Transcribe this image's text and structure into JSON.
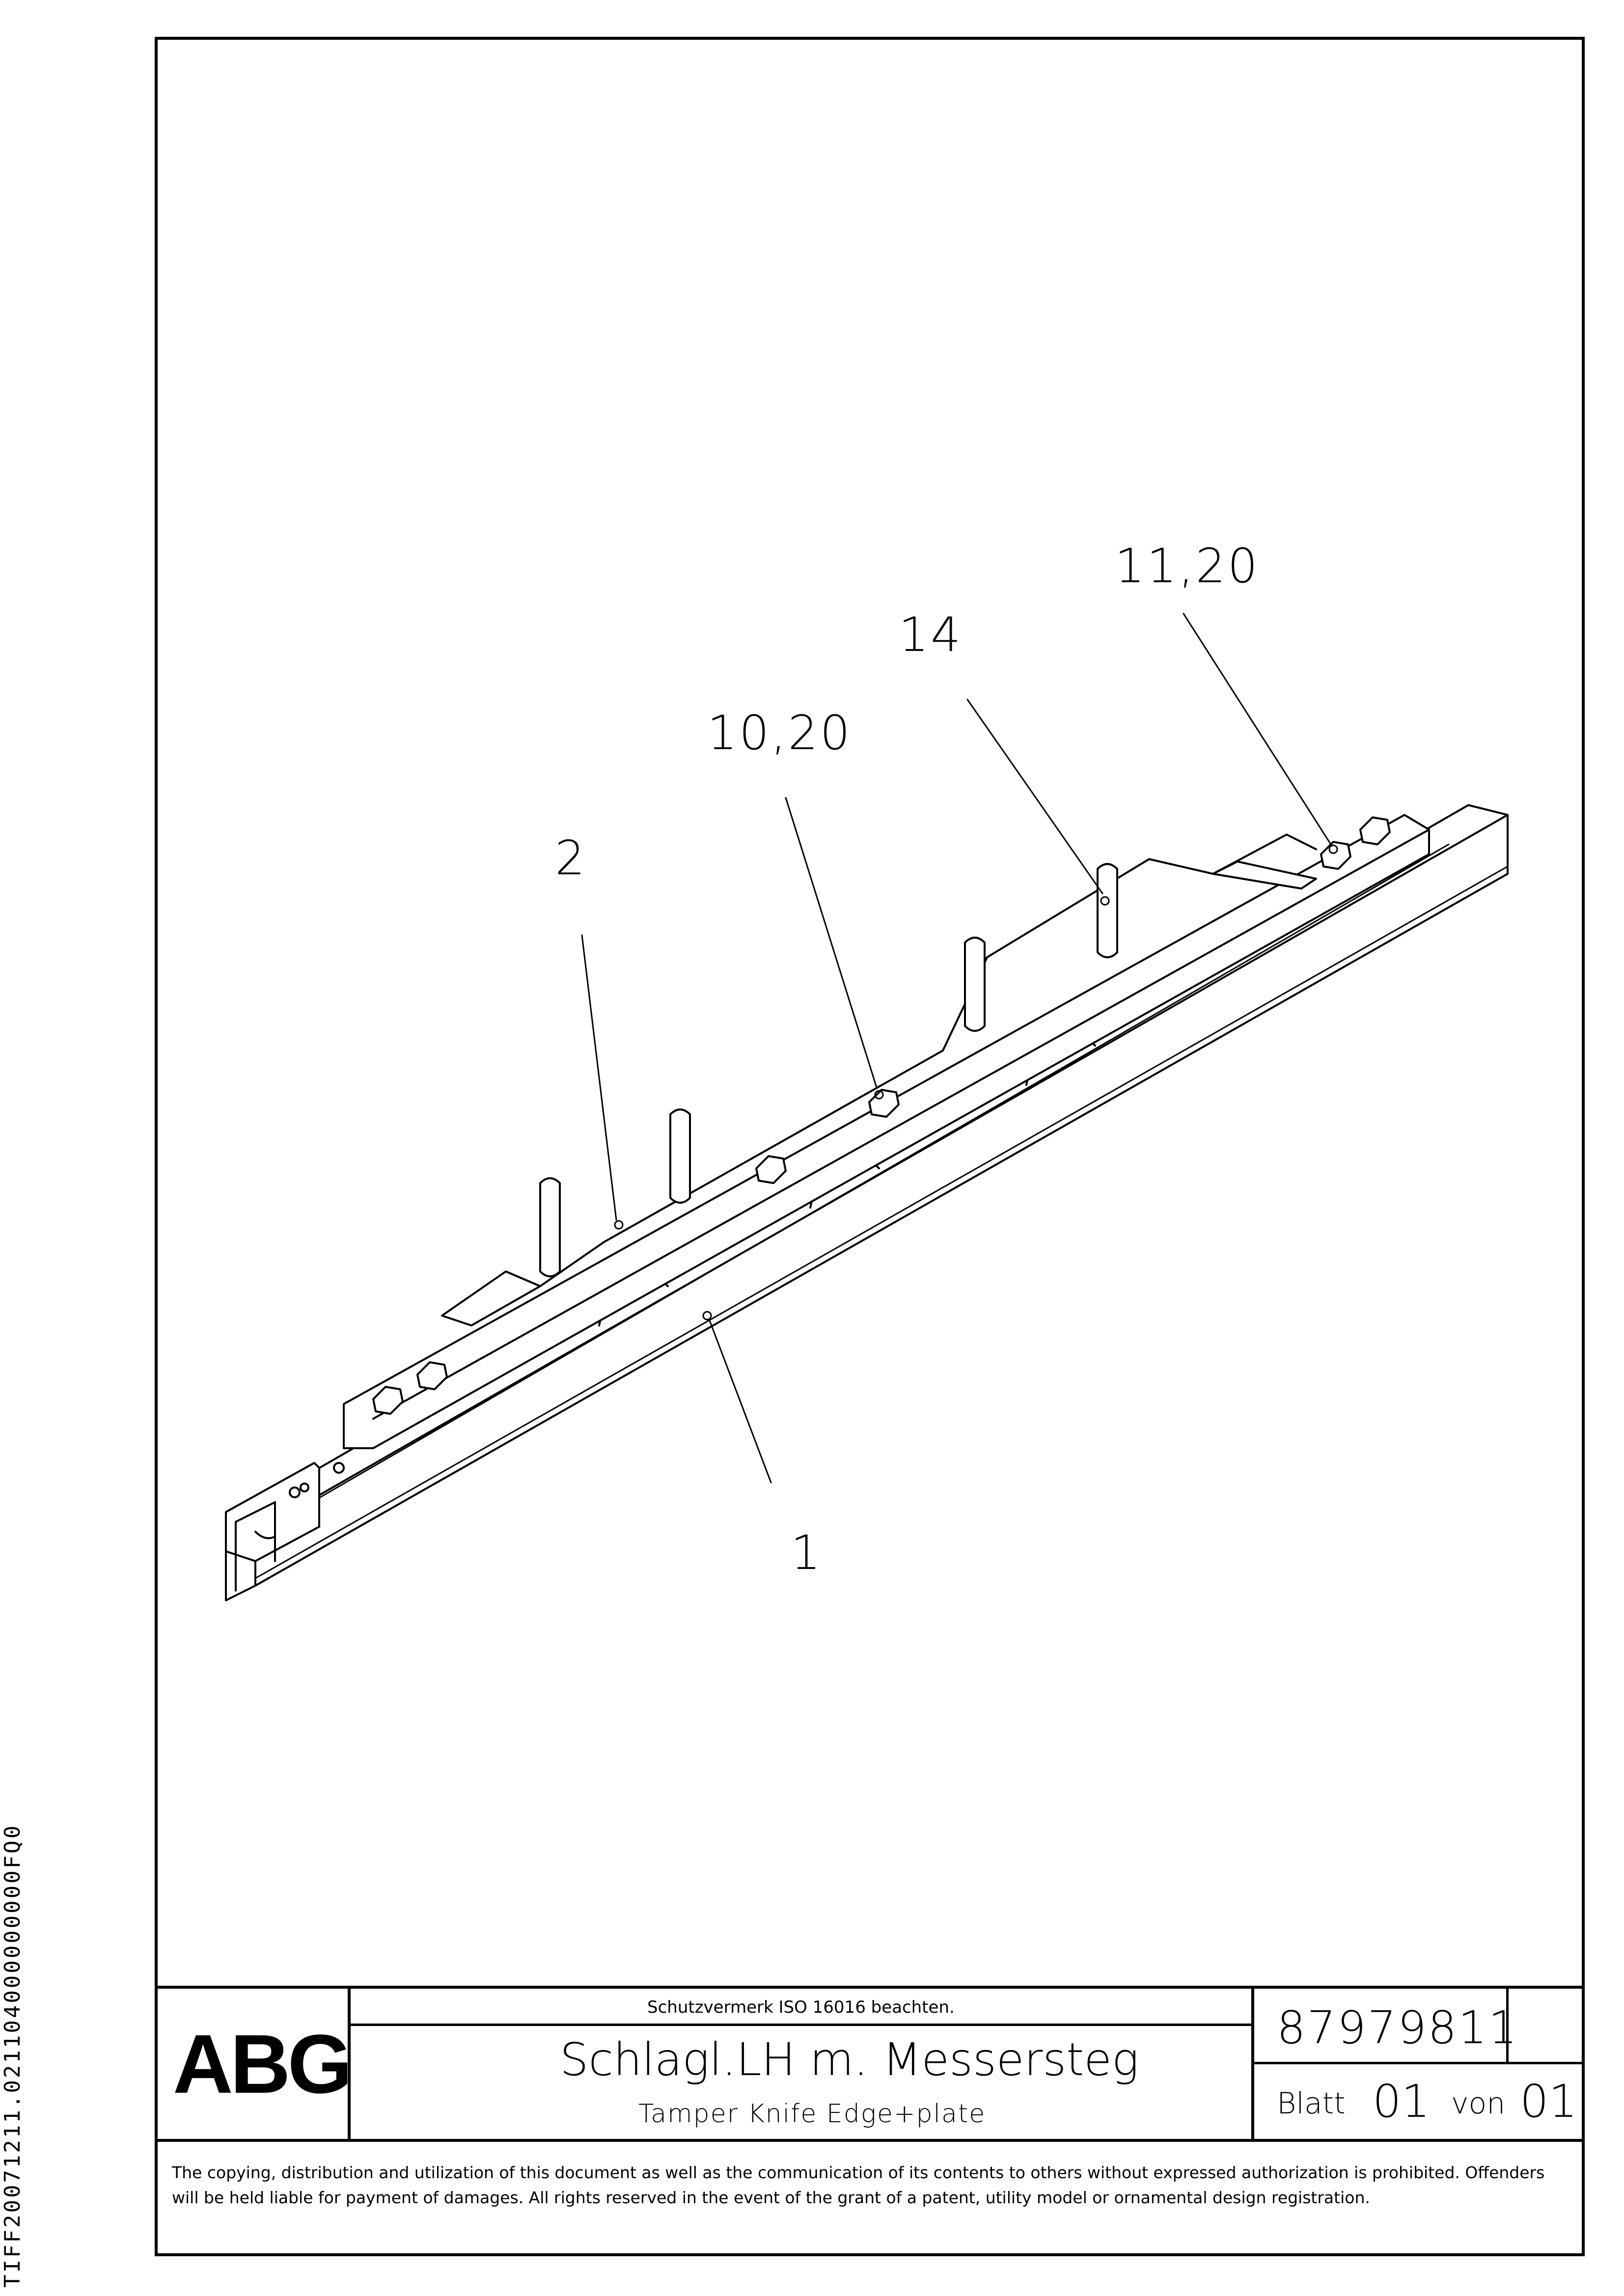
{
  "side_code": "TIFF20071211.021104000000000FQ0",
  "callouts": {
    "item_1": "1",
    "item_2": "2",
    "item_10_20": "10,20",
    "item_14": "14",
    "item_11_20": "11,20"
  },
  "title_block": {
    "logo": "ABG",
    "protection_note": "Schutzvermerk ISO 16016 beachten.",
    "title_de": "Schlagl.LH m. Messersteg",
    "title_en": "Tamper Knife Edge+plate",
    "part_number": "87979811",
    "sheet_label": "Blatt",
    "sheet_number": "01",
    "of_label": "von",
    "sheet_total": "01"
  },
  "copyright_notice": "The copying, distribution and utilization of this document as well as the communication of its contents to others without expressed authorization is prohibited. Offenders will be held liable for payment of damages. All rights reserved in the event of the grant of a patent, utility model or ornamental design registration."
}
